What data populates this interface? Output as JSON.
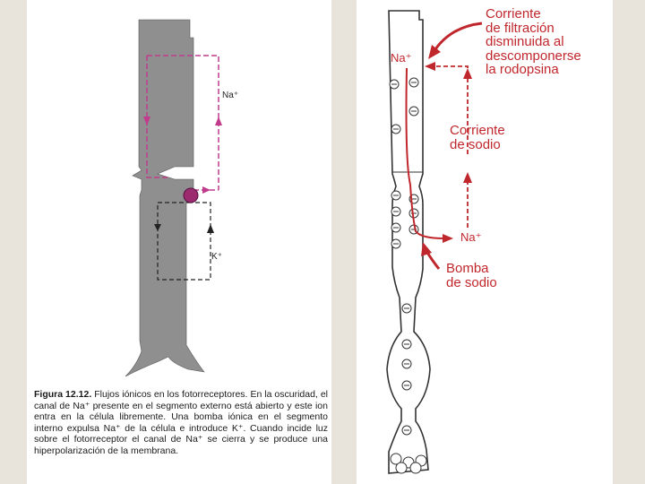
{
  "left_figure": {
    "na_label": "Na⁺",
    "k_label": "K⁺",
    "caption_title": "Figura 12.12.",
    "caption_text": "Flujos iónicos en los fotorreceptores. En la oscuridad, el canal de Na⁺ presente en el segmento externo está abierto y este ion entra en la célula libremente. Una bomba iónica en el segmento interno expulsa Na⁺ de la célula e introduce K⁺. Cuando incide luz sobre el fotorreceptor el canal de Na⁺ se cierra y se produce una hiperpolarización de la membrana."
  },
  "right_figure": {
    "na_top_label": "Na⁺",
    "na_right_label": "Na⁺",
    "corriente_filtracion": [
      "Corriente",
      "de filtración",
      "disminuida al",
      "descomponerse",
      "la rodopsina"
    ],
    "corriente_sodio": [
      "Corriente",
      "de sodio"
    ],
    "bomba_sodio": [
      "Bomba",
      "de sodio"
    ]
  },
  "colors": {
    "cell_fill": "#8f8f8f",
    "pink_dashed": "#c23c8e",
    "red": "#c0272d",
    "magenta_pump": "#9b2a6e"
  }
}
